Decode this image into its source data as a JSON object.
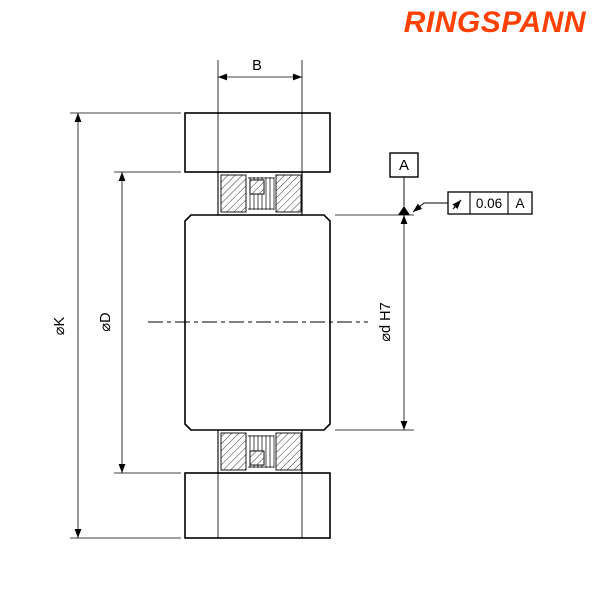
{
  "brand": {
    "logo_text": "RINGSPANN",
    "logo_color": "#FF4000"
  },
  "drawing": {
    "background_color": "#FFFFFF",
    "line_color": "#000000",
    "dimensions": {
      "width_label": "B",
      "outer_diameter_label": "⌀K",
      "flange_diameter_label": "⌀D",
      "bore_label": "⌀d H7"
    },
    "datum_flag": {
      "letter": "A"
    },
    "feature_control_frame": {
      "symbol": "circular-runout",
      "symbol_glyph": "↗",
      "value": "0.06",
      "datum_ref": "A"
    }
  }
}
